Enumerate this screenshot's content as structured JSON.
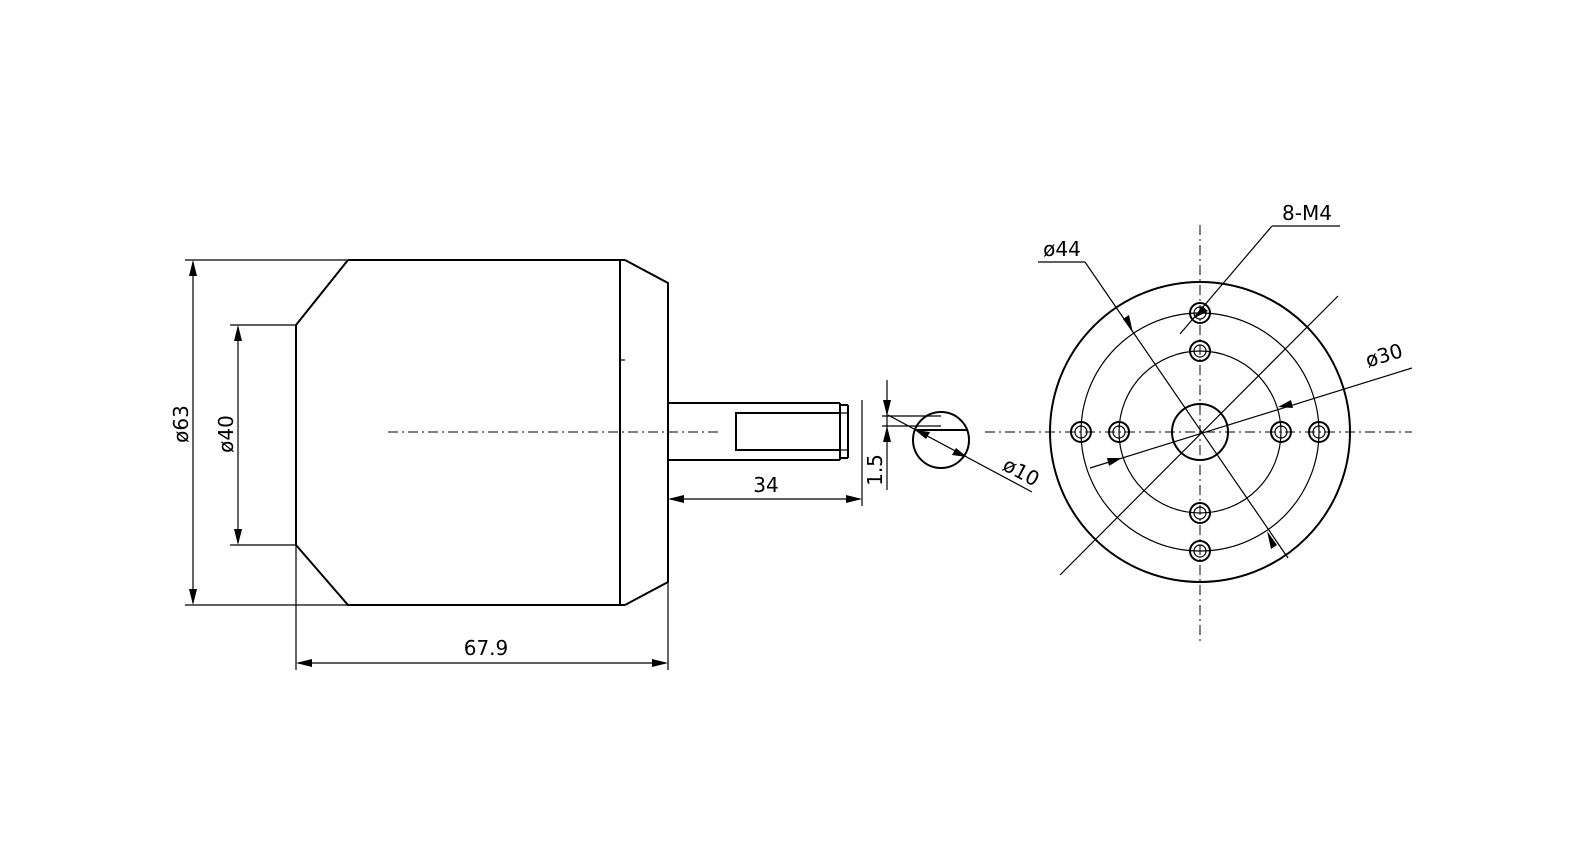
{
  "diagram": {
    "type": "motor technical drawing",
    "line_color": "#000000",
    "background": "#ffffff"
  },
  "dimensions": {
    "overall_diameter": "ø63",
    "pilot_diameter": "ø40",
    "overall_length": "67.9",
    "shaft_length": "34",
    "flat_depth": "1.5",
    "shaft_diameter": "ø10",
    "bolt_circle_outer": "ø44",
    "bolt_circle_inner": "ø30",
    "mounting_holes": "8-M4"
  }
}
